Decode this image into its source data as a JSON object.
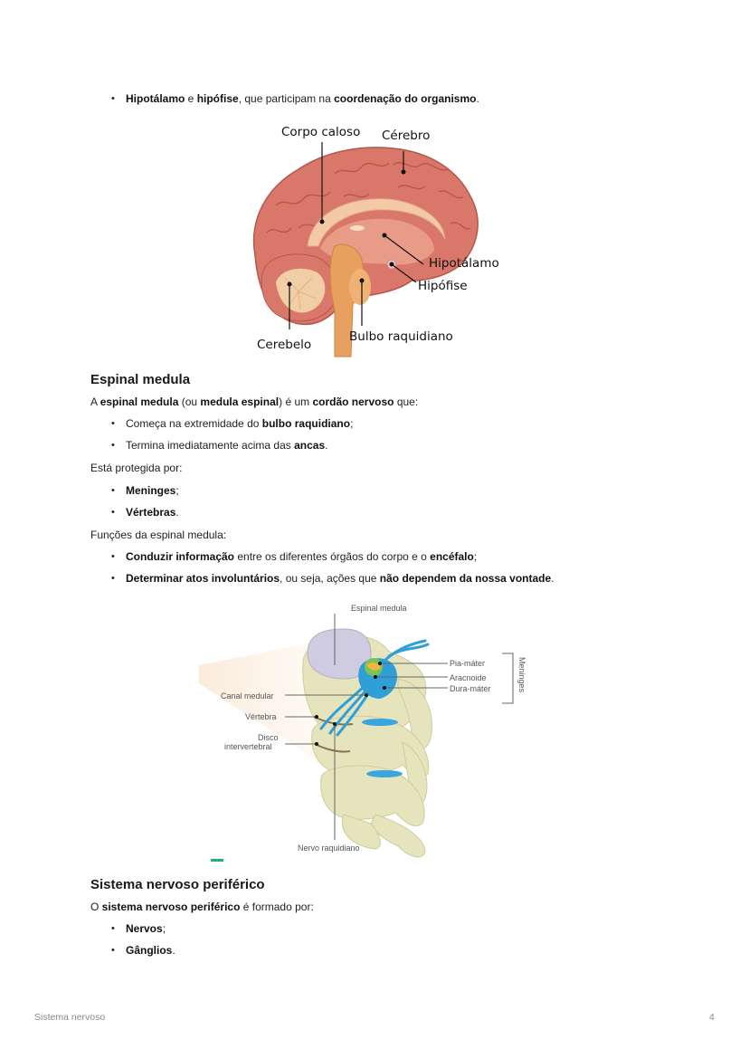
{
  "intro_bullet": {
    "parts": [
      {
        "text": "Hipotálamo",
        "bold": true
      },
      {
        "text": " e ",
        "bold": false
      },
      {
        "text": "hipófise",
        "bold": true
      },
      {
        "text": ", que participam na ",
        "bold": false
      },
      {
        "text": "coordenação do organismo",
        "bold": true
      },
      {
        "text": ".",
        "bold": false
      }
    ]
  },
  "brain_figure": {
    "labels": {
      "corpo_caloso": "Corpo caloso",
      "cerebro": "Cérebro",
      "hipotalamo": "Hipotálamo",
      "hipofise": "Hipófise",
      "bulbo_raquidiano": "Bulbo raquidiano",
      "cerebelo": "Cerebelo"
    }
  },
  "espinal_medula": {
    "heading": "Espinal medula",
    "intro": [
      {
        "text": "A ",
        "bold": false
      },
      {
        "text": "espinal medula",
        "bold": true
      },
      {
        "text": " (ou ",
        "bold": false
      },
      {
        "text": "medula espinal",
        "bold": true
      },
      {
        "text": ") é um ",
        "bold": false
      },
      {
        "text": "cordão nervoso",
        "bold": true
      },
      {
        "text": " que:",
        "bold": false
      }
    ],
    "traits": [
      [
        {
          "text": "Começa na extremidade do ",
          "bold": false
        },
        {
          "text": "bulbo raquidiano",
          "bold": true
        },
        {
          "text": ";",
          "bold": false
        }
      ],
      [
        {
          "text": "Termina imediatamente acima das ",
          "bold": false
        },
        {
          "text": "ancas",
          "bold": true
        },
        {
          "text": ".",
          "bold": false
        }
      ]
    ],
    "protected_intro": "Está protegida por:",
    "protected_by": [
      [
        {
          "text": "Meninges",
          "bold": true
        },
        {
          "text": ";",
          "bold": false
        }
      ],
      [
        {
          "text": "Vértebras",
          "bold": true
        },
        {
          "text": ".",
          "bold": false
        }
      ]
    ],
    "functions_intro": "Funções da espinal medula:",
    "functions": [
      [
        {
          "text": "Conduzir informação",
          "bold": true
        },
        {
          "text": " entre os diferentes órgãos do corpo e o ",
          "bold": false
        },
        {
          "text": "encéfalo",
          "bold": true
        },
        {
          "text": ";",
          "bold": false
        }
      ],
      [
        {
          "text": "Determinar atos involuntários",
          "bold": true
        },
        {
          "text": ", ou seja, ações que ",
          "bold": false
        },
        {
          "text": "não dependem da nossa vontade",
          "bold": true
        },
        {
          "text": ".",
          "bold": false
        }
      ]
    ]
  },
  "spine_figure": {
    "labels": {
      "espinal_medula": "Espinal medula",
      "pia_mater": "Pia-máter",
      "aracnoide": "Aracnoide",
      "dura_mater": "Dura-máter",
      "meninges": "Meninges",
      "canal_medular": "Canal medular",
      "vertebra": "Vértebra",
      "disco_line1": "Disco",
      "disco_line2": "intervertebral",
      "nervo_raquidiano": "Nervo raquidiano"
    }
  },
  "snp": {
    "heading": "Sistema nervoso periférico",
    "intro": [
      {
        "text": "O ",
        "bold": false
      },
      {
        "text": "sistema nervoso periférico",
        "bold": true
      },
      {
        "text": " é formado por:",
        "bold": false
      }
    ],
    "items": [
      [
        {
          "text": "Nervos",
          "bold": true
        },
        {
          "text": ";",
          "bold": false
        }
      ],
      [
        {
          "text": "Gânglios",
          "bold": true
        },
        {
          "text": ".",
          "bold": false
        }
      ]
    ]
  },
  "footer": {
    "title": "Sistema nervoso",
    "page_number": "4"
  },
  "colors": {
    "brain_cortex": "#d9786a",
    "brain_inner": "#f1c3a3",
    "brainstem": "#e8a05e",
    "vertebra": "#e8e6c0",
    "disc_top": "#cfcbe0",
    "nerve_blue": "#2f9fd8",
    "marker_teal": "#1fae8c"
  }
}
